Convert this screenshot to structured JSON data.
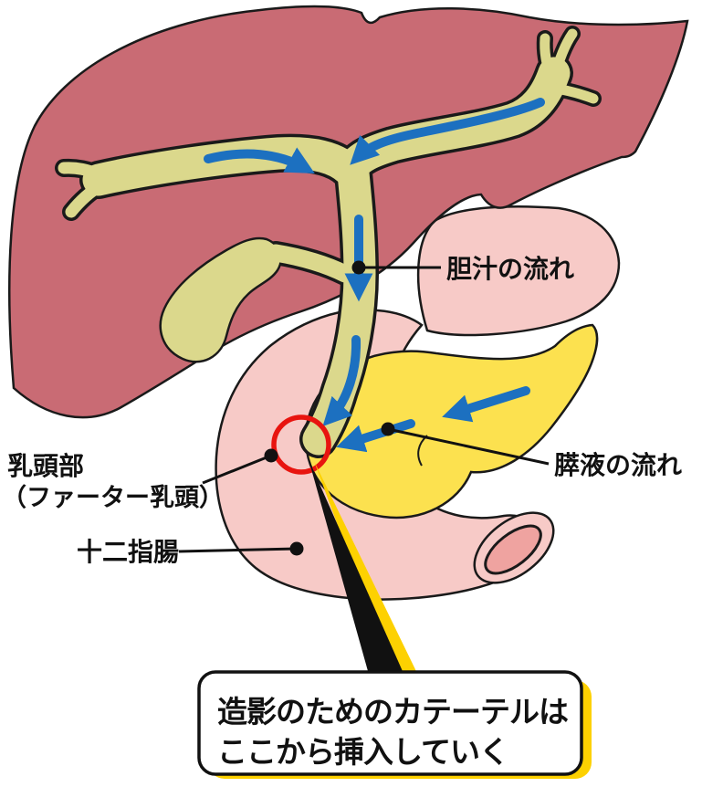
{
  "diagram": {
    "labels": {
      "bile_flow": "胆汁の流れ",
      "pancreatic_flow": "膵液の流れ",
      "papilla_line1": "乳頭部",
      "papilla_line2": "（ファーター乳頭）",
      "duodenum": "十二指腸"
    },
    "callout": {
      "line1": "造影のためのカテーテルは",
      "line2": "ここから挿入していく"
    },
    "colors": {
      "liver": "#c96b74",
      "bile_duct": "#dbd88c",
      "pancreas": "#fce14f",
      "intestine_pink": "#f7cac7",
      "intestine_inner": "#efa3a0",
      "flow_arrow_blue": "#1c70c0",
      "highlight_red": "#e8140f",
      "callout_shadow_yellow": "#fdd101",
      "outline_black": "#1a1a1a"
    }
  }
}
